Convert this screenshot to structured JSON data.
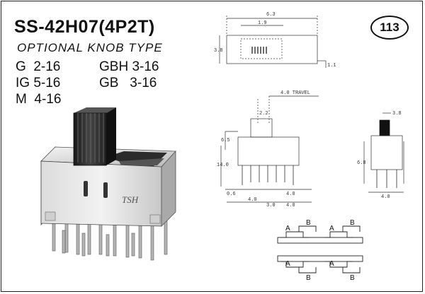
{
  "header": {
    "model": "SS-42H07(4P2T)",
    "subtitle": "OPTIONAL KNOB TYPE",
    "page_number": "113"
  },
  "knob_types": [
    {
      "code": "G",
      "size": "2-16"
    },
    {
      "code": "GBH",
      "size": "3-16"
    },
    {
      "code": "IG",
      "size": "5-16"
    },
    {
      "code": "GB",
      "size": "3-16"
    },
    {
      "code": "M",
      "size": "4-16"
    }
  ],
  "product_photo": {
    "brand_mark": "TSH"
  },
  "dimensions": {
    "top_width": "6.3",
    "top_inner": "1.9",
    "top_height": "3.8",
    "top_side": "1.1",
    "travel": "4.0 TRAVEL",
    "knob_width": "2.2",
    "body_height": "6.5",
    "body_side": "14.0",
    "pin_pitch_a": "0.6",
    "pin_pitch_b": "4.0",
    "pin_pitch_c": "4.0",
    "pin_span": "3.0",
    "pin_span_b": "4.0",
    "side_knob": "3.8",
    "side_height": "6.8",
    "side_pitch": "4.0"
  },
  "schematic": {
    "labels": [
      "A",
      "B",
      "A",
      "B",
      "A",
      "B",
      "A",
      "B"
    ]
  },
  "colors": {
    "ink": "#111111",
    "metal_light": "#e6e6e6",
    "metal_dark": "#8c8c8c",
    "knob": "#2a2a2a"
  }
}
